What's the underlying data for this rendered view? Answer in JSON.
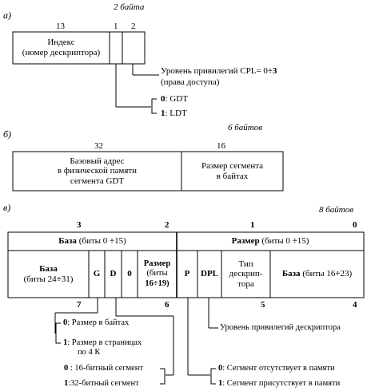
{
  "a": {
    "label": "а)",
    "size": "2 байта",
    "bits": [
      "13",
      "1",
      "2"
    ],
    "index": [
      "Индекс",
      "(номер дескриптора)"
    ],
    "rpl": [
      "Уровень привилегий CPL= 0",
      "÷",
      "3",
      "(права доступа)"
    ],
    "ti": [
      {
        "bit": "0",
        "text": ": GDT"
      },
      {
        "bit": "1",
        "text": ": LDT"
      }
    ]
  },
  "b": {
    "label": "б)",
    "size": "6 байтов",
    "bits": [
      "32",
      "16"
    ],
    "base": [
      "Базовый адрес",
      "в физической памяти",
      "сегмента GDT"
    ],
    "limit": [
      "Размер  сегмента",
      "в байтах"
    ]
  },
  "v": {
    "label": "в)",
    "size": "8 байтов",
    "top_bytes": [
      "3",
      "2",
      "1",
      "0"
    ],
    "bottom_bytes": [
      "7",
      "6",
      "5",
      "4"
    ],
    "row1": {
      "base_label": "База",
      "base_range": "(биты 0",
      "base_div": "÷",
      "base_end": "15)",
      "limit_label": "Размер",
      "limit_range": "(биты 0",
      "limit_div": "÷",
      "limit_end": "15)"
    },
    "row2": {
      "base_hi": [
        "База",
        "(биты 24",
        "÷",
        "31)"
      ],
      "g": "G",
      "d": "D",
      "zero": "0",
      "limit_hi": [
        "Размер",
        "(биты",
        "16",
        "÷",
        "19)"
      ],
      "p": "P",
      "dpl": "DPL",
      "type": [
        "Тип",
        "дескрип-",
        "тора"
      ],
      "base_mid": [
        "База",
        "(биты 16",
        "÷",
        "23)"
      ]
    },
    "g_legend": [
      {
        "bit": "0",
        "text": ": Размер в байтах"
      },
      {
        "bit": "1",
        "text": ": Размер в страницах",
        "text2": "по 4 К"
      }
    ],
    "d_legend": [
      {
        "bit": "0",
        "text": ": 16-битный сегмент"
      },
      {
        "bit": "1",
        "text": ":32-битный сегмент"
      }
    ],
    "dpl_legend": "Уровень привилегий дескриптора",
    "p_legend": [
      {
        "bit": "0",
        "text": ": Сегмент отсутствует в памяти"
      },
      {
        "bit": "1",
        "text": ": Сегмент присутствует в памяти"
      }
    ]
  }
}
